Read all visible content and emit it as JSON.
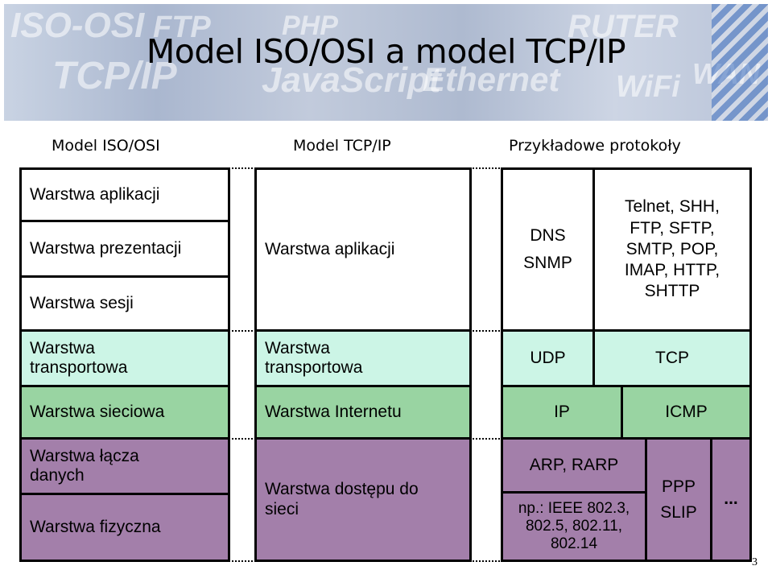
{
  "slide": {
    "title": "Model ISO/OSI a model TCP/IP",
    "page_number": "3"
  },
  "banner_watermarks": [
    "ISO-OSI",
    "FTP",
    "PHP",
    "RUTER",
    "TCP/IP",
    "JavaScript",
    "Ethernet",
    "WiFi",
    "WAN"
  ],
  "headers": {
    "iso_osi": "Model ISO/OSI",
    "tcp_ip": "Model TCP/IP",
    "protocols": "Przykładowe protokoły"
  },
  "iso_osi_layers": {
    "application": "Warstwa aplikacji",
    "presentation": "Warstwa prezentacji",
    "session": "Warstwa sesji",
    "transport": "Warstwa transportowa",
    "network": "Warstwa sieciowa",
    "data_link": "Warstwa łącza danych",
    "physical": "Warstwa fizyczna"
  },
  "tcp_ip_layers": {
    "application": "Warstwa aplikacji",
    "transport": "Warstwa transportowa",
    "internet": "Warstwa Internetu",
    "network_access": "Warstwa dostępu do sieci"
  },
  "protocols": {
    "dns_snmp": "DNS\nSNMP",
    "tcp_app": "Telnet, SHH,\nFTP, SFTP,\nSMTP, POP,\nIMAP, HTTP,\nSHTTP",
    "udp": "UDP",
    "tcp": "TCP",
    "ip": "IP",
    "icmp": "ICMP",
    "arp_rarp": "ARP, RARP",
    "ieee": "np.: IEEE 802.3,\n802.5, 802.11,\n802.14",
    "ppp_slip": "PPP\nSLIP",
    "ellipsis": "..."
  },
  "colors": {
    "application": "#ffffff",
    "transport": "#ccf5e6",
    "internet": "#99d4a2",
    "network_access": "#a37faa"
  }
}
